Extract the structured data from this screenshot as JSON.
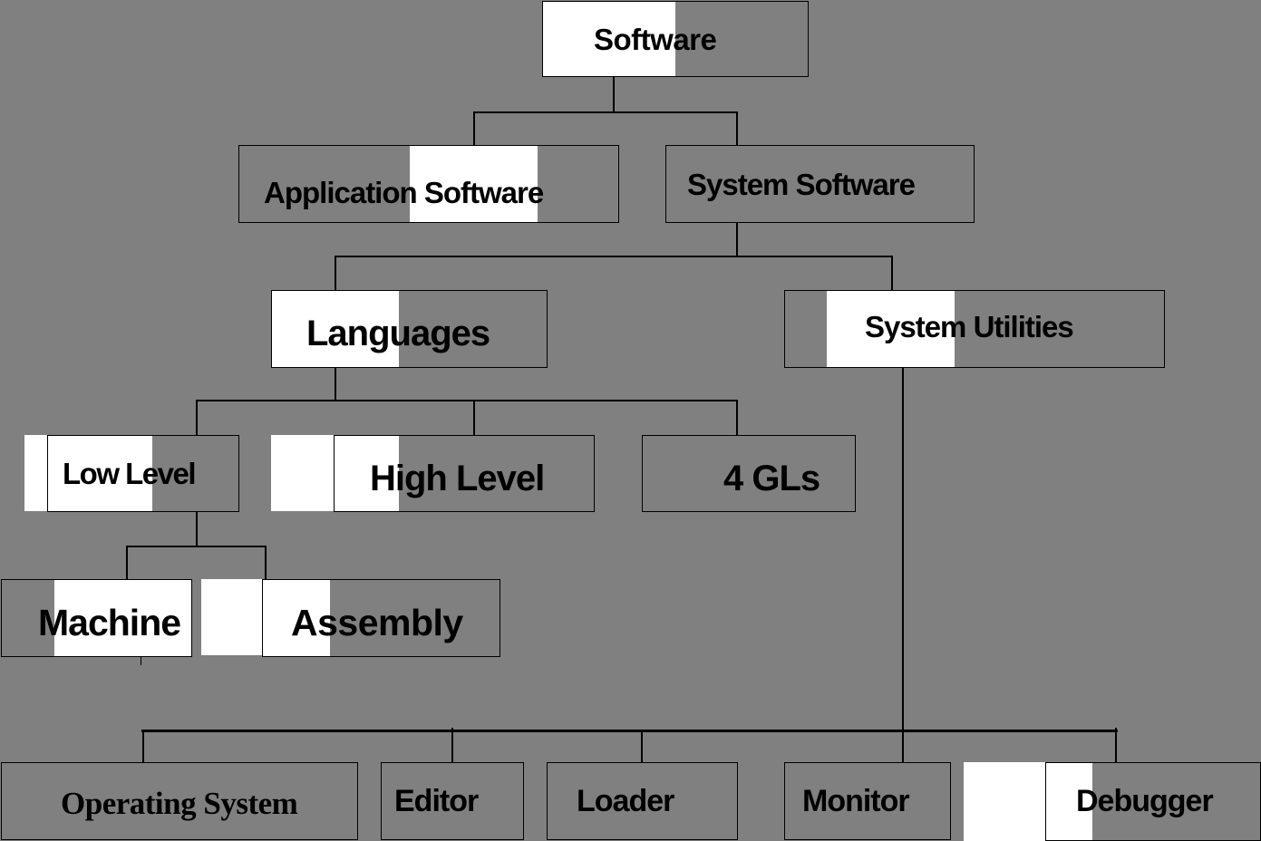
{
  "diagram": {
    "title": "Software",
    "colors": {
      "background": "#808080",
      "box_border": "#000000",
      "highlight": "#ffffff",
      "text": "#000000"
    },
    "nodes": {
      "software": {
        "label": "Software",
        "children": [
          "application_software",
          "system_software"
        ]
      },
      "application_software": {
        "label": "Application Software",
        "children": []
      },
      "system_software": {
        "label": "System Software",
        "children": [
          "languages",
          "system_utilities"
        ]
      },
      "languages": {
        "label": "Languages",
        "children": [
          "low_level",
          "high_level",
          "gls_4"
        ]
      },
      "system_utilities": {
        "label": "System Utilities",
        "children": [
          "operating_system",
          "editor",
          "loader",
          "monitor",
          "debugger"
        ]
      },
      "low_level": {
        "label": "Low Level",
        "children": [
          "machine",
          "assembly"
        ]
      },
      "high_level": {
        "label": "High Level",
        "children": []
      },
      "gls_4": {
        "label": "4 GLs",
        "children": []
      },
      "machine": {
        "label": "Machine",
        "children": []
      },
      "assembly": {
        "label": "Assembly",
        "children": []
      },
      "operating_system": {
        "label": "Operating System",
        "children": []
      },
      "editor": {
        "label": "Editor",
        "children": []
      },
      "loader": {
        "label": "Loader",
        "children": []
      },
      "monitor": {
        "label": "Monitor",
        "children": []
      },
      "debugger": {
        "label": "Debugger",
        "children": []
      }
    }
  }
}
